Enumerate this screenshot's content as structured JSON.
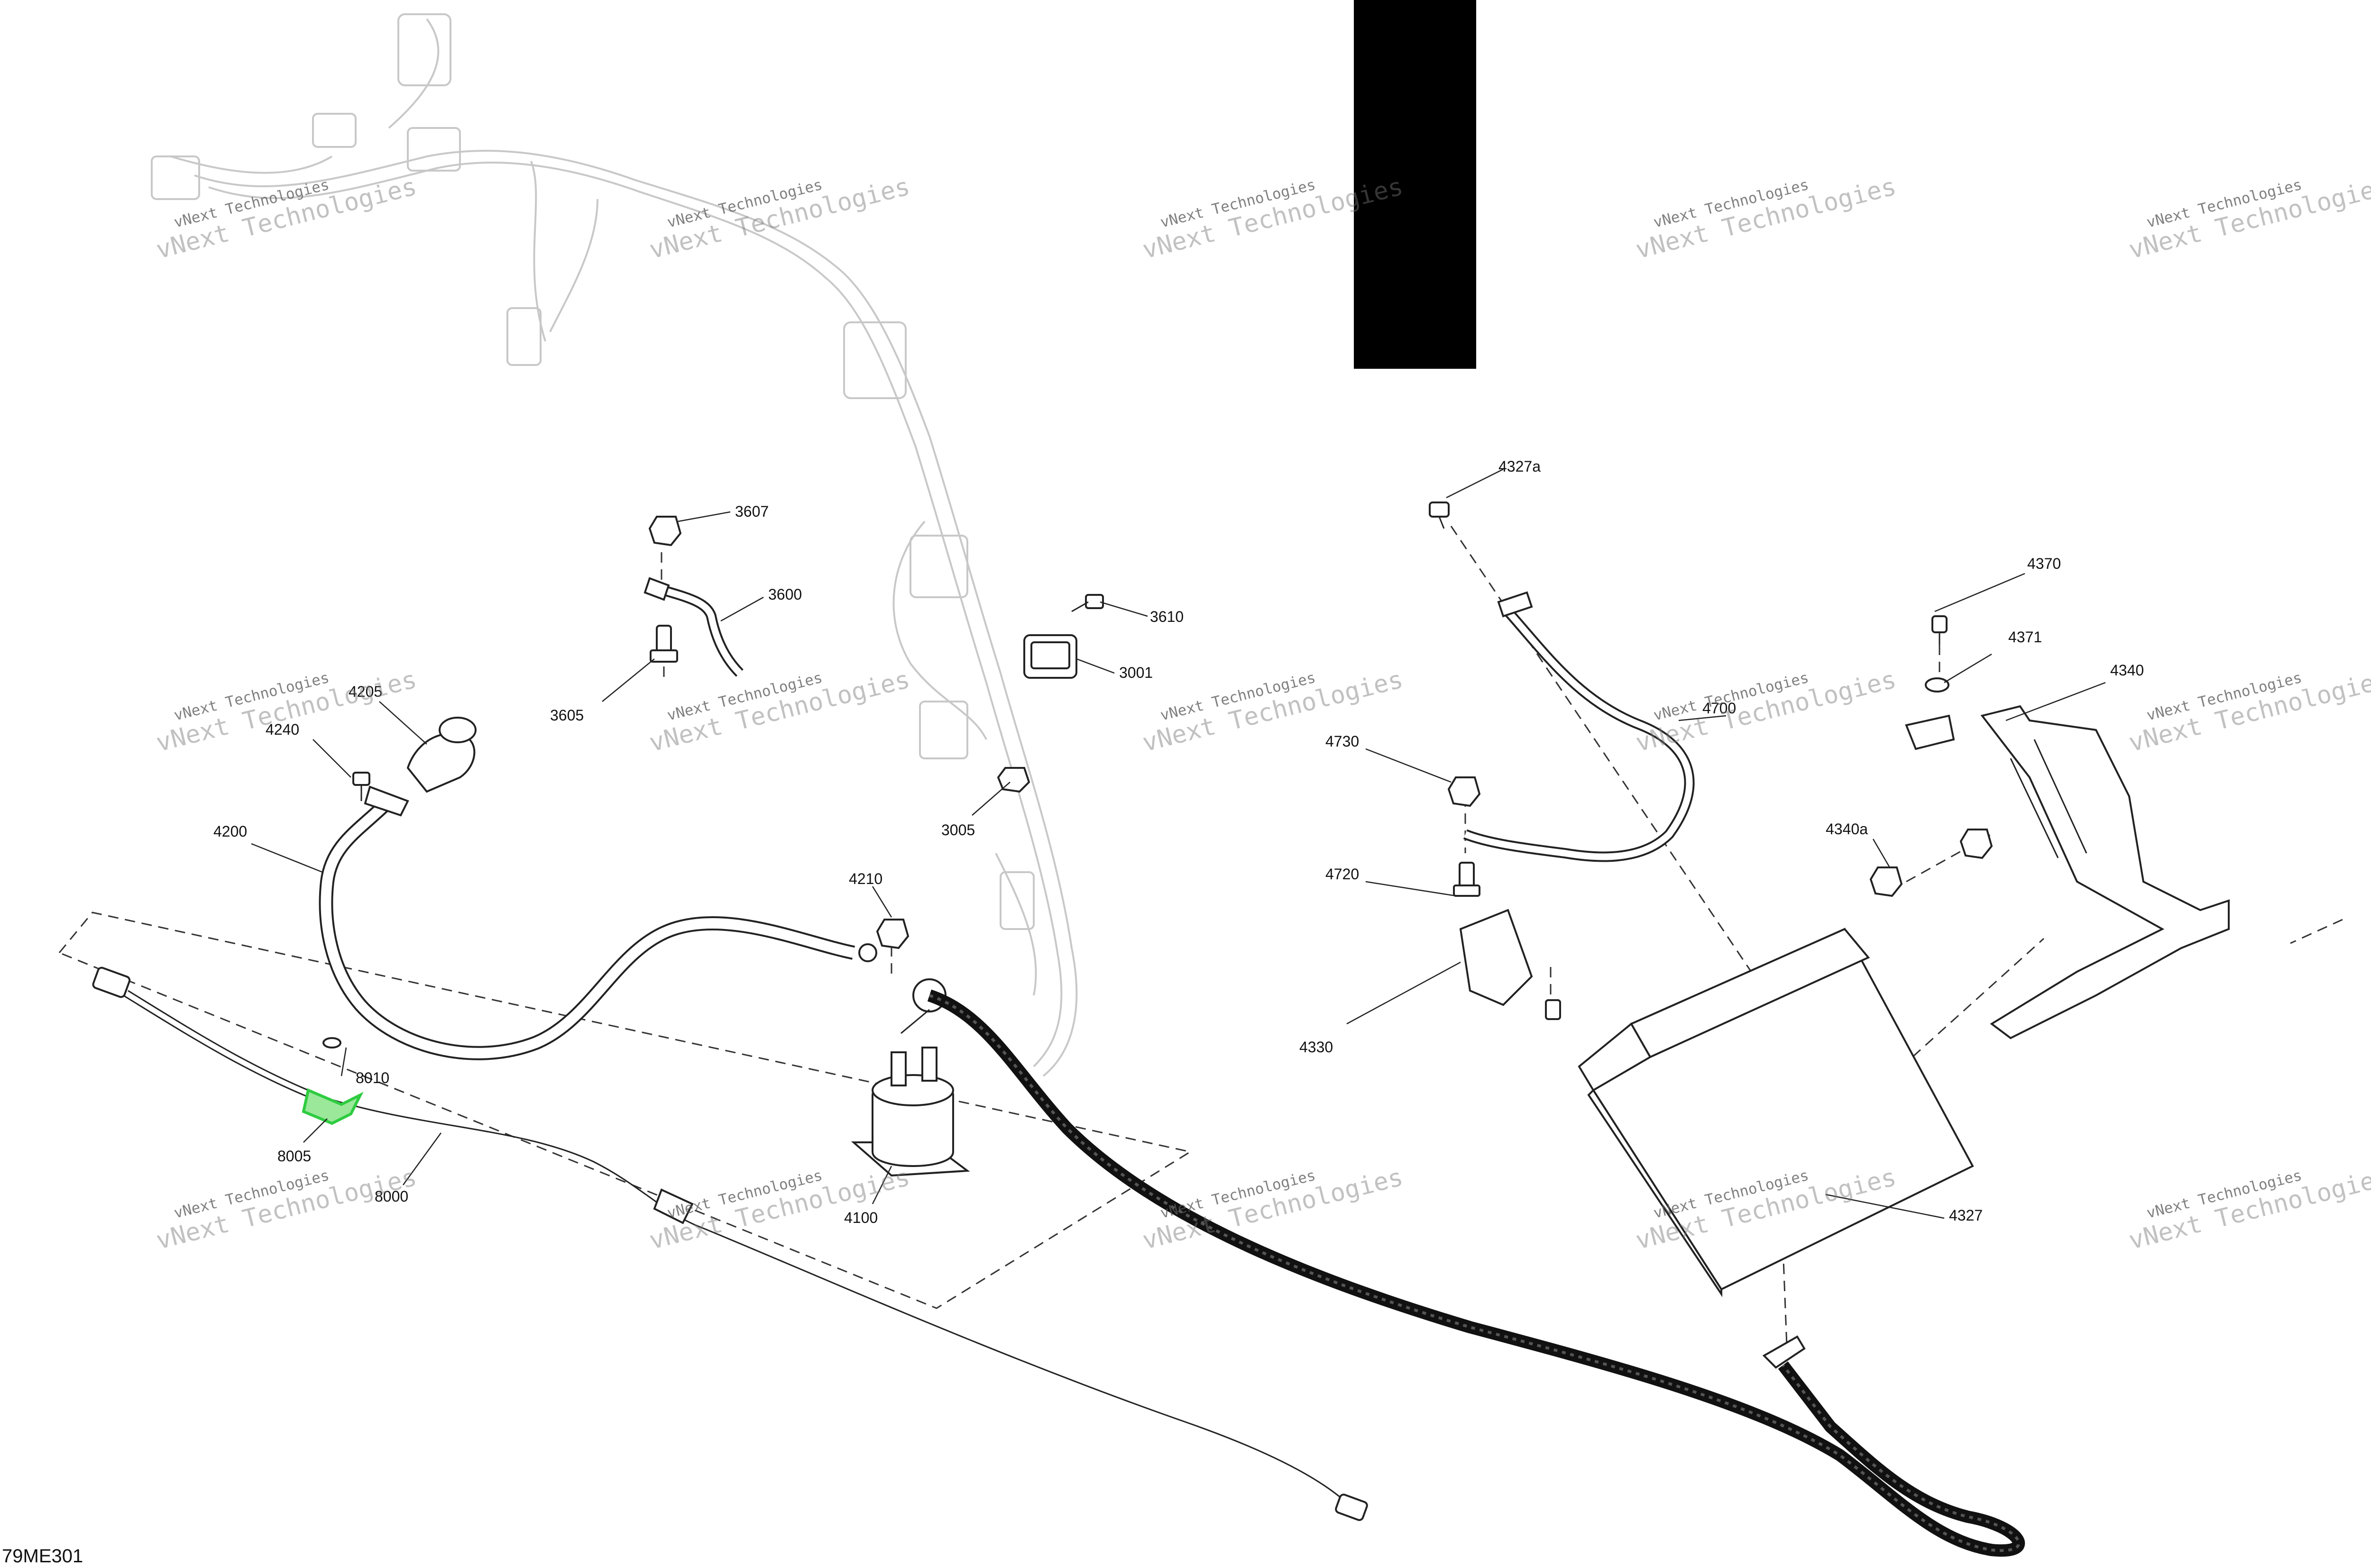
{
  "diagram": {
    "code": "79ME301",
    "highlight_color": "#2ecc40",
    "redaction_color": "#000000",
    "callouts": [
      {
        "id": "3607",
        "text": "3607"
      },
      {
        "id": "3600",
        "text": "3600"
      },
      {
        "id": "3605",
        "text": "3605"
      },
      {
        "id": "3610",
        "text": "3610"
      },
      {
        "id": "3001",
        "text": "3001"
      },
      {
        "id": "3005",
        "text": "3005"
      },
      {
        "id": "4205",
        "text": "4205"
      },
      {
        "id": "4240",
        "text": "4240"
      },
      {
        "id": "4200",
        "text": "4200"
      },
      {
        "id": "4210",
        "text": "4210"
      },
      {
        "id": "4100",
        "text": "4100"
      },
      {
        "id": "8010",
        "text": "8010"
      },
      {
        "id": "8005",
        "text": "8005"
      },
      {
        "id": "8000",
        "text": "8000"
      },
      {
        "id": "4327a",
        "text": "4327a"
      },
      {
        "id": "4370",
        "text": "4370"
      },
      {
        "id": "4371",
        "text": "4371"
      },
      {
        "id": "4340",
        "text": "4340"
      },
      {
        "id": "4700",
        "text": "4700"
      },
      {
        "id": "4730",
        "text": "4730"
      },
      {
        "id": "4720",
        "text": "4720"
      },
      {
        "id": "4340a",
        "text": "4340a"
      },
      {
        "id": "4330",
        "text": "4330"
      },
      {
        "id": "4327",
        "text": "4327"
      }
    ],
    "watermark": {
      "line1": "vNext Technologies",
      "line2": "vNext Technologies"
    }
  }
}
